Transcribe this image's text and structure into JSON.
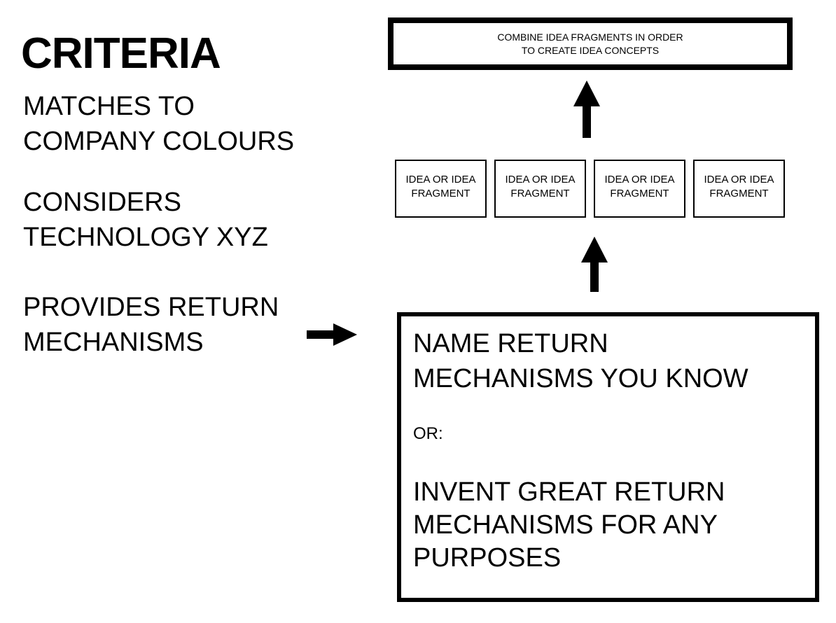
{
  "page": {
    "background": "#ffffff",
    "ink": "#000000"
  },
  "criteria_panel": {
    "title": "CRITERIA",
    "items": [
      {
        "text": "MATCHES TO\nCOMPANY COLOURS"
      },
      {
        "text": "CONSIDERS\nTECHNOLOGY XYZ"
      },
      {
        "text": "PROVIDES RETURN\nMECHANISMS"
      }
    ]
  },
  "flowchart": {
    "concept_box": {
      "text": "COMBINE IDEA FRAGMENTS IN ORDER\nTO CREATE IDEA CONCEPTS"
    },
    "fragment_boxes": [
      {
        "text": "IDEA OR IDEA\nFRAGMENT"
      },
      {
        "text": "IDEA OR IDEA\nFRAGMENT"
      },
      {
        "text": "IDEA OR IDEA\nFRAGMENT"
      },
      {
        "text": "IDEA OR IDEA\nFRAGMENT"
      }
    ],
    "task_box": {
      "option_a": "NAME RETURN\nMECHANISMS YOU KNOW",
      "separator": "OR:",
      "option_b": "INVENT GREAT RETURN\nMECHANISMS FOR ANY\nPURPOSES"
    }
  }
}
